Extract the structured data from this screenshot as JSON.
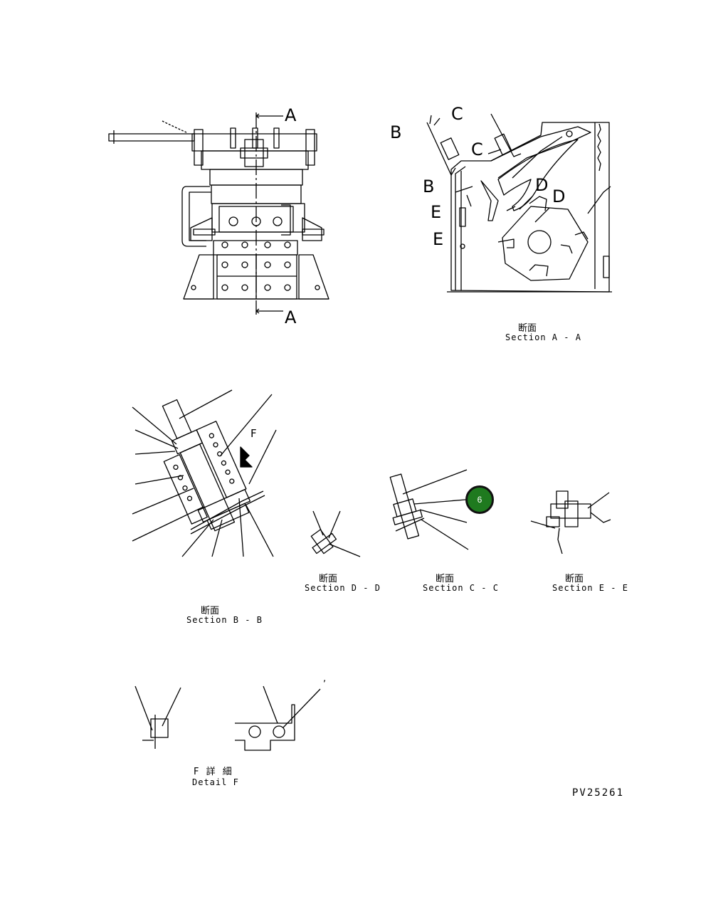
{
  "top_view": {
    "cut_label_top": "A",
    "cut_label_bottom": "A"
  },
  "section_aa": {
    "marks": [
      "B",
      "C",
      "C",
      "B",
      "E",
      "E",
      "D",
      "D"
    ],
    "title_jp": "断面",
    "title_en": "Section A - A"
  },
  "section_bb": {
    "arrow_label": "F",
    "title_jp": "断面",
    "title_en": "Section B - B"
  },
  "section_dd": {
    "title_jp": "断面",
    "title_en": "Section D - D"
  },
  "section_cc": {
    "title_jp": "断面",
    "title_en": "Section C - C",
    "callout_number": "6",
    "callout_color": "#1f7a1f"
  },
  "section_ee": {
    "title_jp": "断面",
    "title_en": "Section E - E"
  },
  "detail_f": {
    "title_jp": "F 詳 細",
    "title_en": "Detail F",
    "comma_mark": ","
  },
  "drawing_number": "PV25261"
}
